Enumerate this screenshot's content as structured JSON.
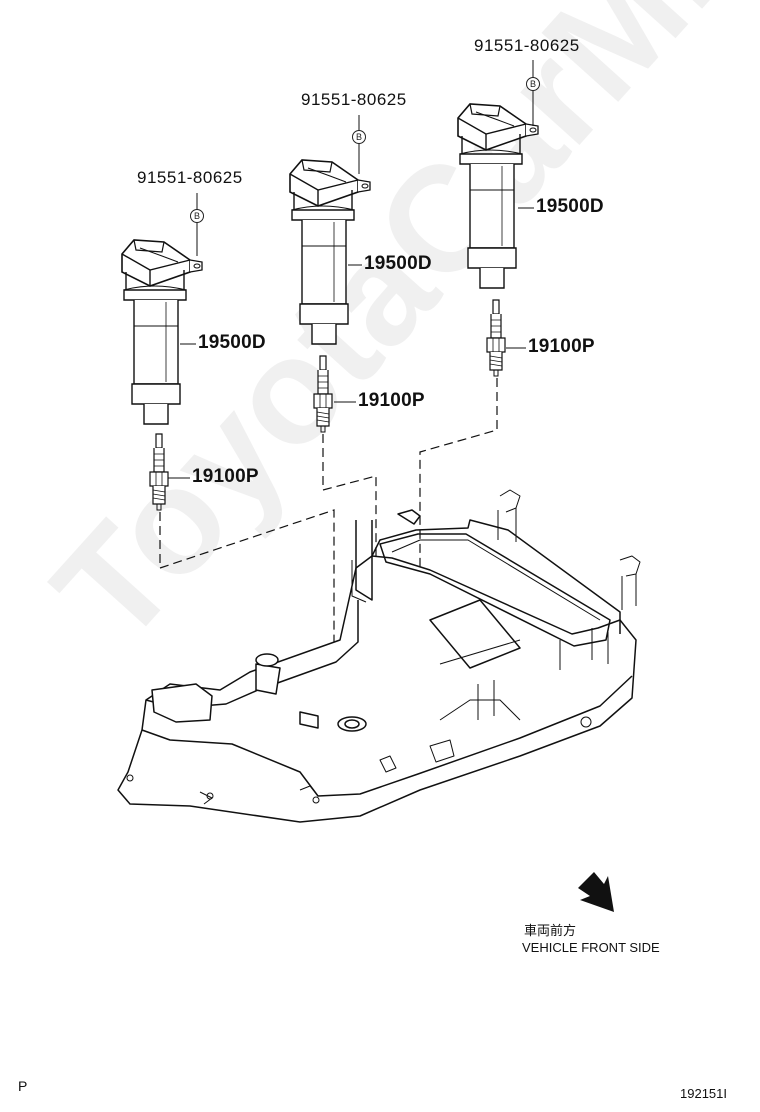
{
  "watermark": "ToyotaCarMine.ru",
  "bolt_labels": [
    "91551-80625",
    "91551-80625",
    "91551-80625"
  ],
  "bolt_marker": "B",
  "coil_labels": [
    "19500D",
    "19500D",
    "19500D"
  ],
  "plug_labels": [
    "19100P",
    "19100P",
    "19100P"
  ],
  "direction": {
    "japanese": "車両前方",
    "english": "VEHICLE FRONT SIDE",
    "icon": "arrow-down-right-icon"
  },
  "footer": {
    "left_code": "P",
    "figure_number": "192151I"
  }
}
